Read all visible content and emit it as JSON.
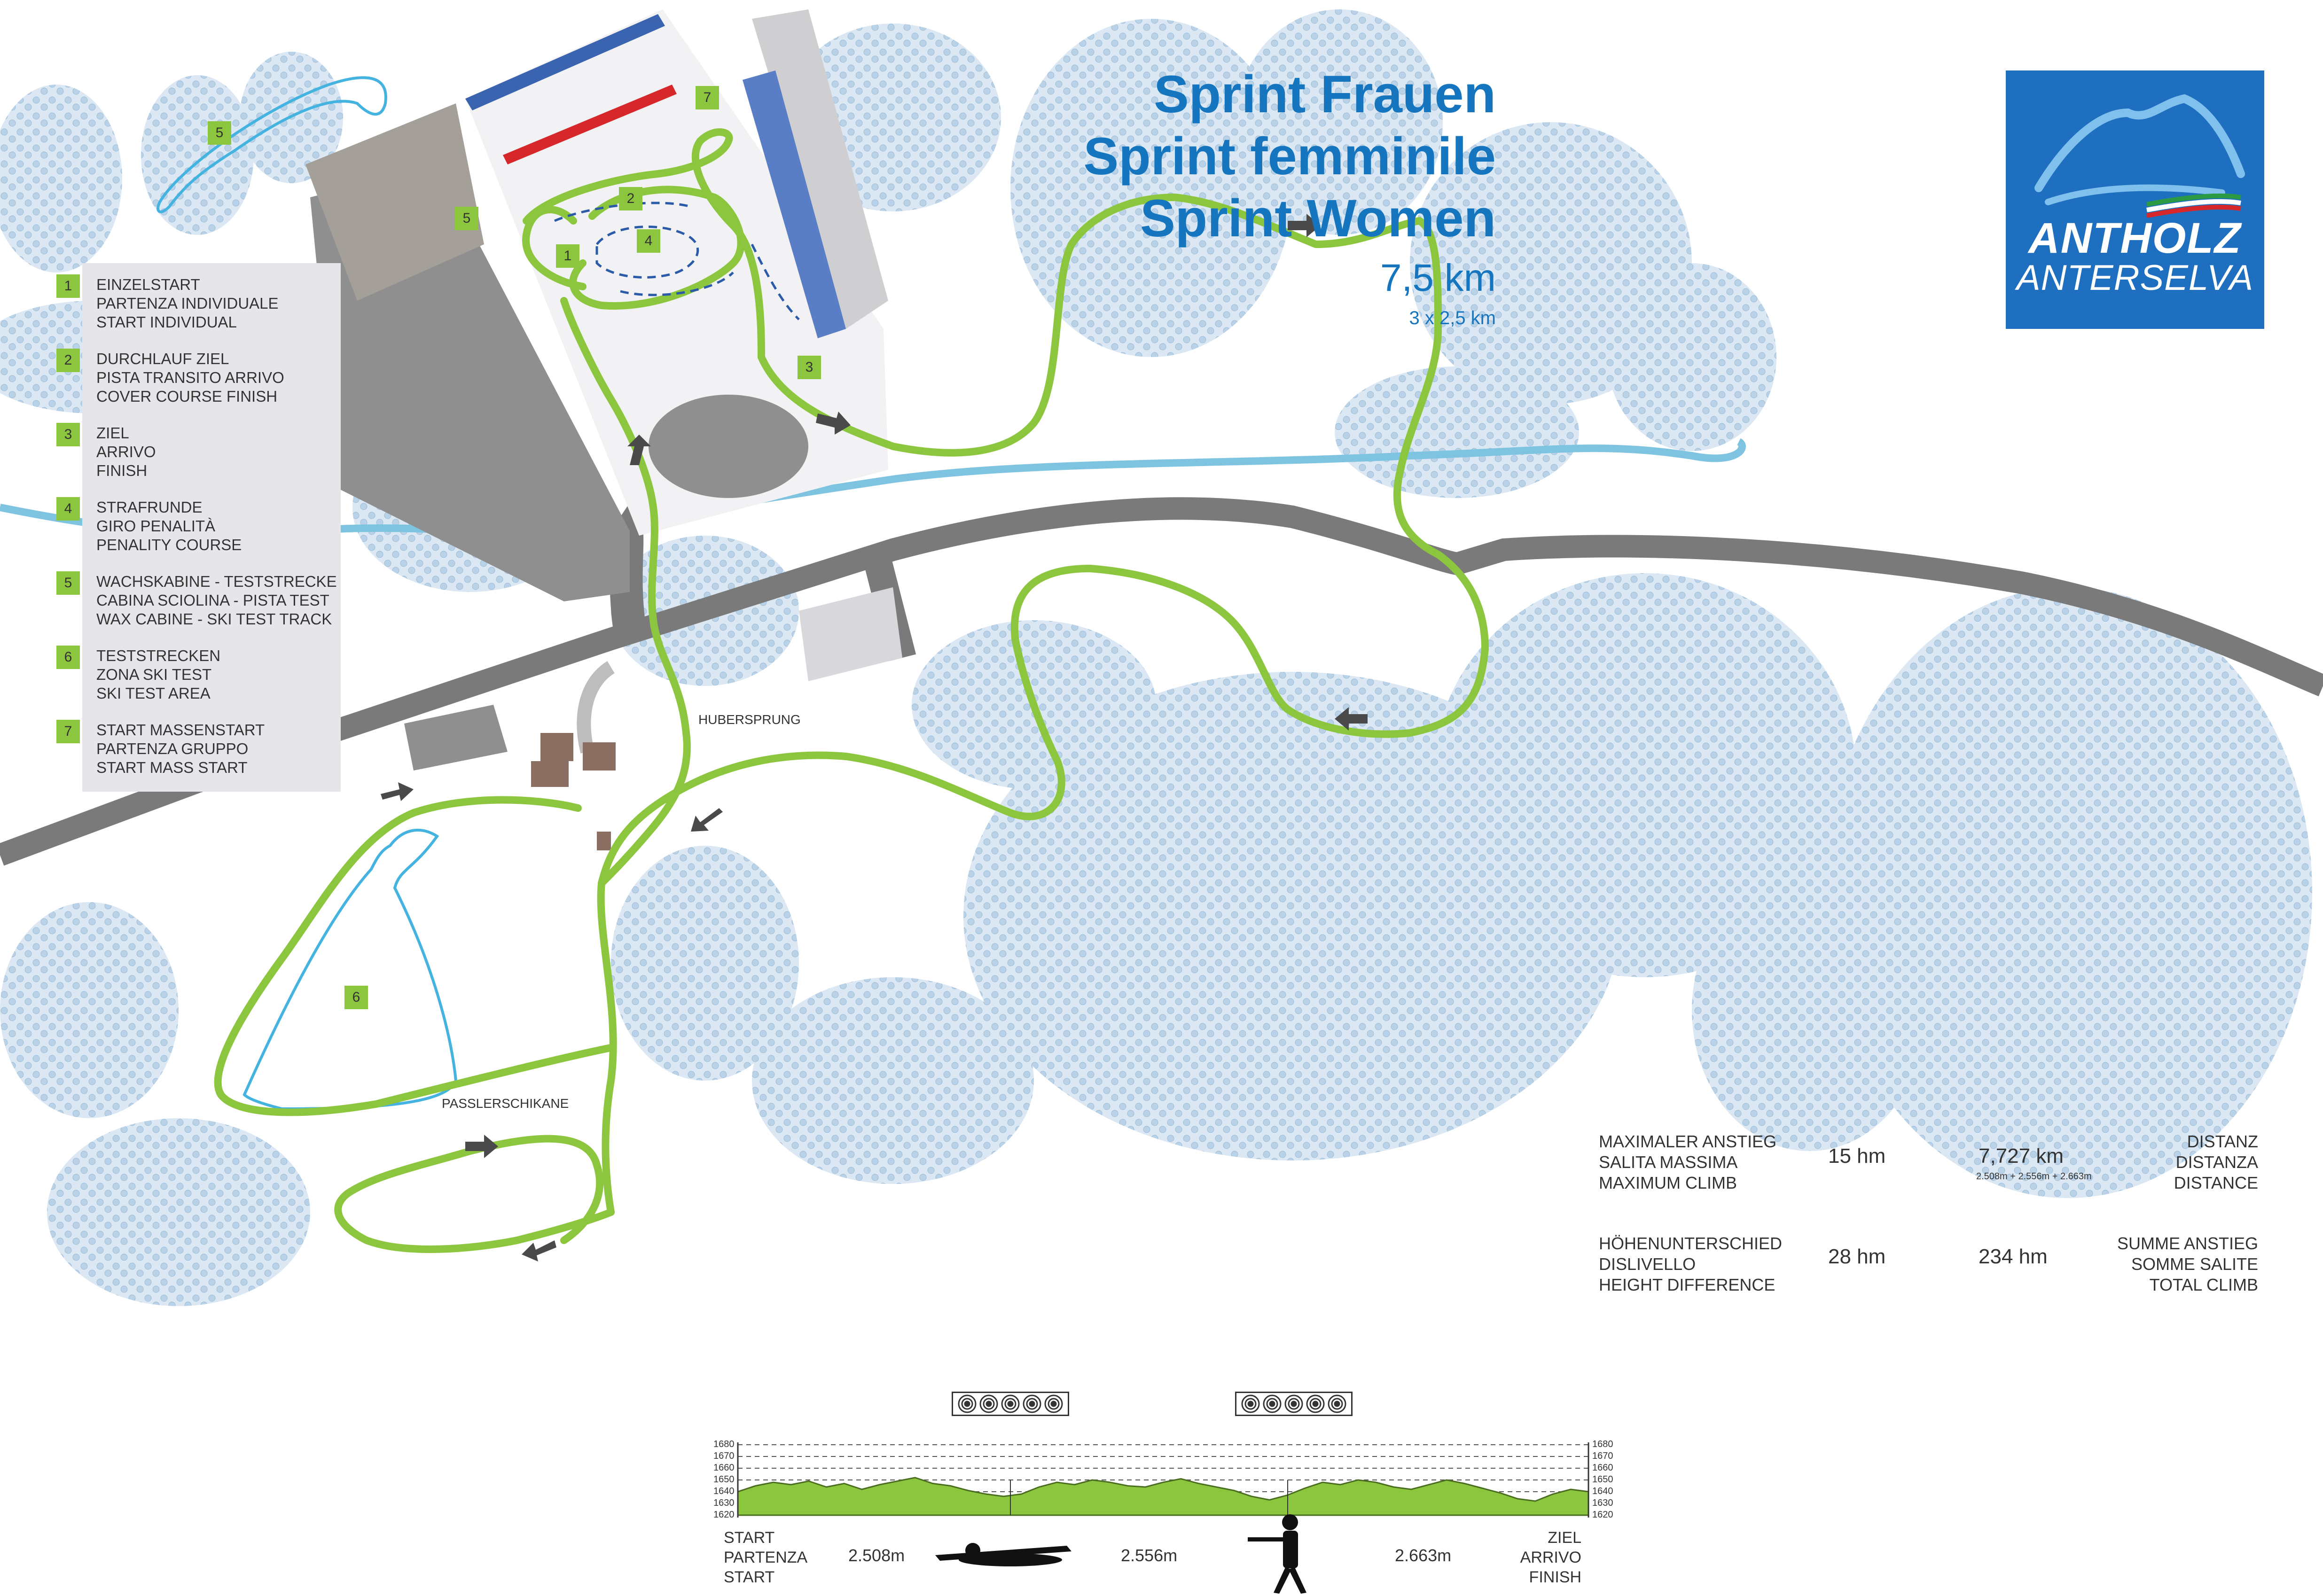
{
  "title": {
    "lines": [
      "Sprint Frauen",
      "Sprint femminile",
      "Sprint Women"
    ],
    "distance": "7,5 km",
    "laps": "3 x 2,5 km"
  },
  "logo": {
    "line1": "ANTHOLZ",
    "line2": "ANTERSELVA"
  },
  "legend": [
    {
      "num": "1",
      "lines": [
        "EINZELSTART",
        "PARTENZA INDIVIDUALE",
        "START INDIVIDUAL"
      ]
    },
    {
      "num": "2",
      "lines": [
        "DURCHLAUF ZIEL",
        "PISTA TRANSITO ARRIVO",
        "COVER COURSE FINISH"
      ]
    },
    {
      "num": "3",
      "lines": [
        "ZIEL",
        "ARRIVO",
        "FINISH"
      ]
    },
    {
      "num": "4",
      "lines": [
        "STRAFRUNDE",
        "GIRO PENALITÀ",
        "PENALITY COURSE"
      ]
    },
    {
      "num": "5",
      "lines": [
        "WACHSKABINE - TESTSTRECKE",
        "CABINA SCIOLINA - PISTA TEST",
        "WAX CABINE - SKI TEST TRACK"
      ]
    },
    {
      "num": "6",
      "lines": [
        "TESTSTRECKEN",
        "ZONA SKI TEST",
        "SKI TEST AREA"
      ]
    },
    {
      "num": "7",
      "lines": [
        "START MASSENSTART",
        "PARTENZA GRUPPO",
        "START MASS START"
      ]
    }
  ],
  "markers": {
    "m1": "1",
    "m2": "2",
    "m3": "3",
    "m4": "4",
    "m5a": "5",
    "m5b": "5",
    "m6": "6",
    "m7": "7"
  },
  "places": {
    "hubersprung": "HUBERSPRUNG",
    "passlerschikane": "PASSLERSCHIKANE"
  },
  "stats": {
    "max_climb_label": [
      "MAXIMALER ANSTIEG",
      "SALITA MASSIMA",
      "MAXIMUM CLIMB"
    ],
    "max_climb_value": "15 hm",
    "distance_value": "7,727 km",
    "distance_note": "2.508m + 2.556m + 2.663m",
    "distance_label": [
      "DISTANZ",
      "DISTANZA",
      "DISTANCE"
    ],
    "height_diff_label": [
      "HÖHENUNTERSCHIED",
      "DISLIVELLO",
      "HEIGHT DIFFERENCE"
    ],
    "height_diff_value": "28 hm",
    "total_climb_value": "234 hm",
    "total_climb_label": [
      "SUMME ANSTIEG",
      "SOMME SALITE",
      "TOTAL CLIMB"
    ]
  },
  "profile": {
    "start_label": [
      "START",
      "PARTENZA",
      "START"
    ],
    "finish_label": [
      "ZIEL",
      "ARRIVO",
      "FINISH"
    ],
    "segments": [
      "2.508m",
      "2.556m",
      "2.663m"
    ],
    "elevation_ticks": [
      "1680",
      "1670",
      "1660",
      "1650",
      "1640",
      "1630",
      "1620"
    ],
    "elevation_range": [
      1620,
      1680
    ],
    "elevation_samples": [
      1640,
      1645,
      1648,
      1646,
      1649,
      1644,
      1647,
      1642,
      1646,
      1649,
      1652,
      1647,
      1645,
      1641,
      1638,
      1636,
      1638,
      1644,
      1648,
      1646,
      1650,
      1648,
      1645,
      1644,
      1648,
      1651,
      1647,
      1644,
      1641,
      1636,
      1633,
      1637,
      1643,
      1648,
      1646,
      1650,
      1648,
      1644,
      1642,
      1646,
      1650,
      1647,
      1643,
      1639,
      1634,
      1632,
      1638,
      1642,
      1640
    ],
    "prone_targets": 5,
    "standing_targets": 5
  },
  "colors": {
    "route": "#8cc63e",
    "road": "#7a7a7a",
    "water": "#7ec3e0",
    "forest": "#c7dcec",
    "title": "#1576bf",
    "logo_bg": "#1e6fc0",
    "profile_fill": "#8cc63e"
  }
}
